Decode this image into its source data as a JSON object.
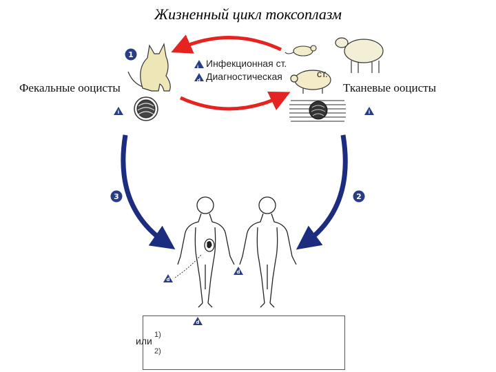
{
  "title": "Жизненный цикл токсоплазм",
  "labels": {
    "fecal": "Фекальные ооцисты",
    "tissue": "Тканевые ооцисты"
  },
  "legend": {
    "infective": "Инфекционная ст.",
    "diagnostic": "Диагностическая",
    "st_suffix": "ст.",
    "infective_mark": "i",
    "diagnostic_mark": "d"
  },
  "steps": {
    "one": "1",
    "two": "2",
    "three": "3"
  },
  "markers": {
    "i": "i",
    "d": "d"
  },
  "box": {
    "or_text": "или",
    "option1": "1)",
    "option2": "2)"
  },
  "colors": {
    "red_arrow": "#e52421",
    "blue_arrow": "#1c2d80",
    "badge": "#283d86",
    "outline": "#222222"
  }
}
